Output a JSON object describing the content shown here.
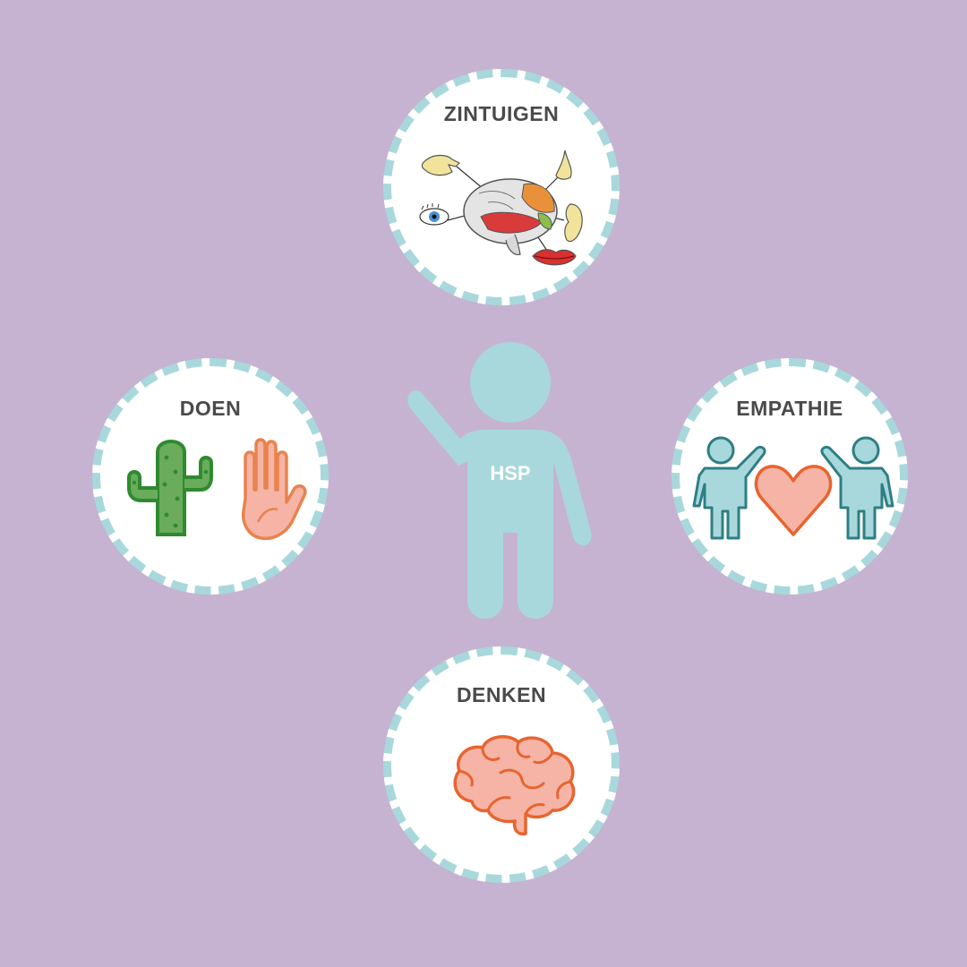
{
  "center": {
    "label": "HSP"
  },
  "nodes": {
    "top": {
      "label": "ZINTUIGEN",
      "icon": "senses-brain-icon"
    },
    "left": {
      "label": "DOEN",
      "icon": "cactus-and-hand-icon"
    },
    "right": {
      "label": "EMPATHIE",
      "icon": "people-heart-icon"
    },
    "bottom": {
      "label": "DENKEN",
      "icon": "brain-icon"
    }
  },
  "colors": {
    "background": "#c6b3d2",
    "circle_fill": "#ffffff",
    "circle_border": "#a8d8dc",
    "person": "#a8d8dc",
    "label_text": "#4a4a4a"
  }
}
